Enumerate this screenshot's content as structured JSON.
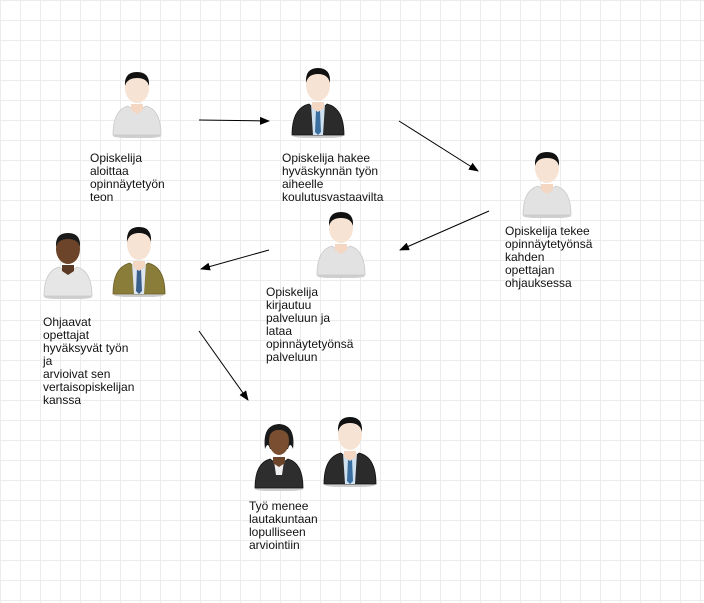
{
  "steps": [
    {
      "label": "Opiskelija aloittaa\nopinnäytetyön teon",
      "people": [
        "student-icon"
      ]
    },
    {
      "label": "Opiskelija hakee\nhyväskynnän työn aiheelle\nkoulutusvastaavilta",
      "people": [
        "businessman-icon"
      ]
    },
    {
      "label": "Opiskelija tekee\nopinnäytetyönsä\nkahden opettajan\nohjauksessa",
      "people": [
        "student-icon"
      ]
    },
    {
      "label": "Opiskelija kirjautuu\npalveluun ja lataa\nopinnäytetyönsä palveluun",
      "people": [
        "student-icon"
      ]
    },
    {
      "label": "Ohjaavat opettajat\nhyväksyvät työn ja\narvioivat sen\nvertaisopiskelijan kanssa",
      "people": [
        "peer-student-icon",
        "teacher-icon"
      ]
    },
    {
      "label": "Työ menee lautakuntaan\nlopulliseen arviointiin",
      "people": [
        "businesswoman-icon",
        "businessman-icon"
      ]
    }
  ]
}
